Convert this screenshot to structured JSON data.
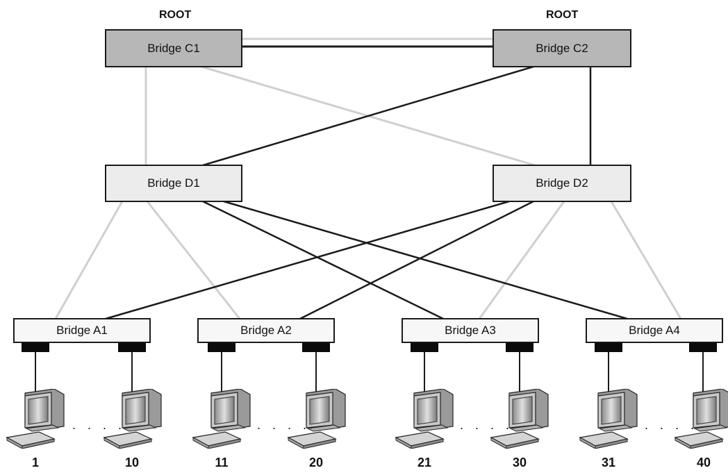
{
  "root_label": "ROOT",
  "core": {
    "c1": "Bridge C1",
    "c2": "Bridge C2"
  },
  "distribution": {
    "d1": "Bridge D1",
    "d2": "Bridge D2"
  },
  "access": [
    {
      "label": "Bridge A1",
      "left_pc": "1",
      "right_pc": "10"
    },
    {
      "label": "Bridge A2",
      "left_pc": "11",
      "right_pc": "20"
    },
    {
      "label": "Bridge A3",
      "left_pc": "21",
      "right_pc": "30"
    },
    {
      "label": "Bridge A4",
      "left_pc": "31",
      "right_pc": "40"
    }
  ],
  "ellipsis": ". . . .",
  "colors": {
    "active_link": "#1a1a1a",
    "blocked_link": "#cfcfcf",
    "core_fill": "#b7b7b7"
  }
}
